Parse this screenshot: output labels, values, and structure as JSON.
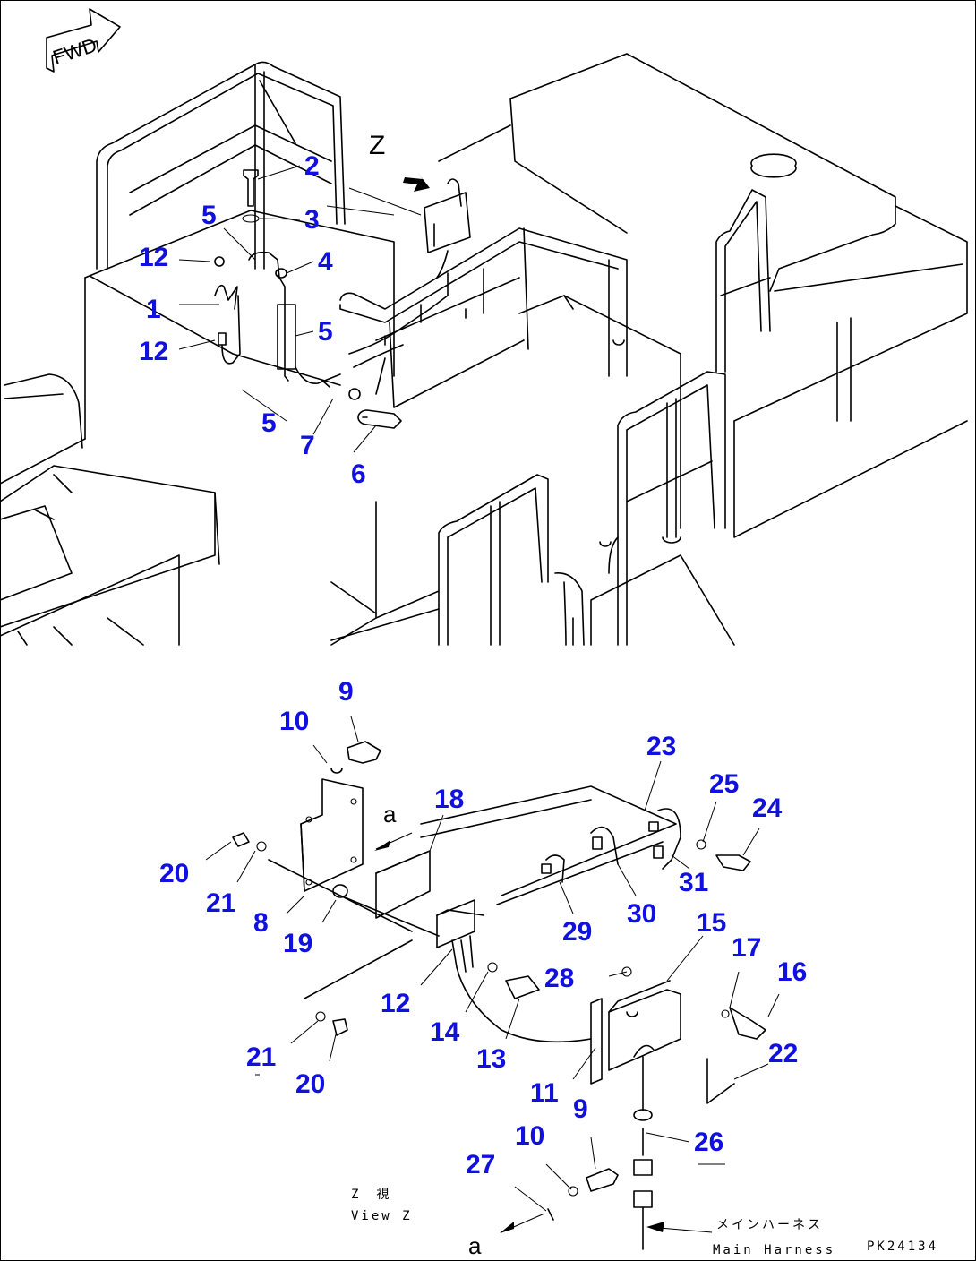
{
  "callouts": {
    "c1": "1",
    "c2": "2",
    "c3": "3",
    "c4": "4",
    "c5a": "5",
    "c5b": "5",
    "c5c": "5",
    "c6": "6",
    "c7": "7",
    "c8": "8",
    "c9a": "9",
    "c9b": "9",
    "c10a": "10",
    "c10b": "10",
    "c11": "11",
    "c12a": "12",
    "c12b": "12",
    "c12c": "12",
    "c13": "13",
    "c14": "14",
    "c15": "15",
    "c16": "16",
    "c17": "17",
    "c18": "18",
    "c19": "19",
    "c20a": "20",
    "c20b": "20",
    "c21a": "21",
    "c21b": "21",
    "c22": "22",
    "c23": "23",
    "c24": "24",
    "c25": "25",
    "c26": "26",
    "c27": "27",
    "c28": "28",
    "c29": "29",
    "c30": "30",
    "c31": "31"
  },
  "labels": {
    "fwd": "FWD",
    "view_letter": "Z",
    "ref_a_top": "a",
    "ref_a_bottom": "a",
    "view_z_jp": "Z　視",
    "view_z_en": "View Z",
    "main_harness_jp": "メインハーネス",
    "main_harness_en": "Main Harness",
    "drawing_no": "PK24134"
  }
}
